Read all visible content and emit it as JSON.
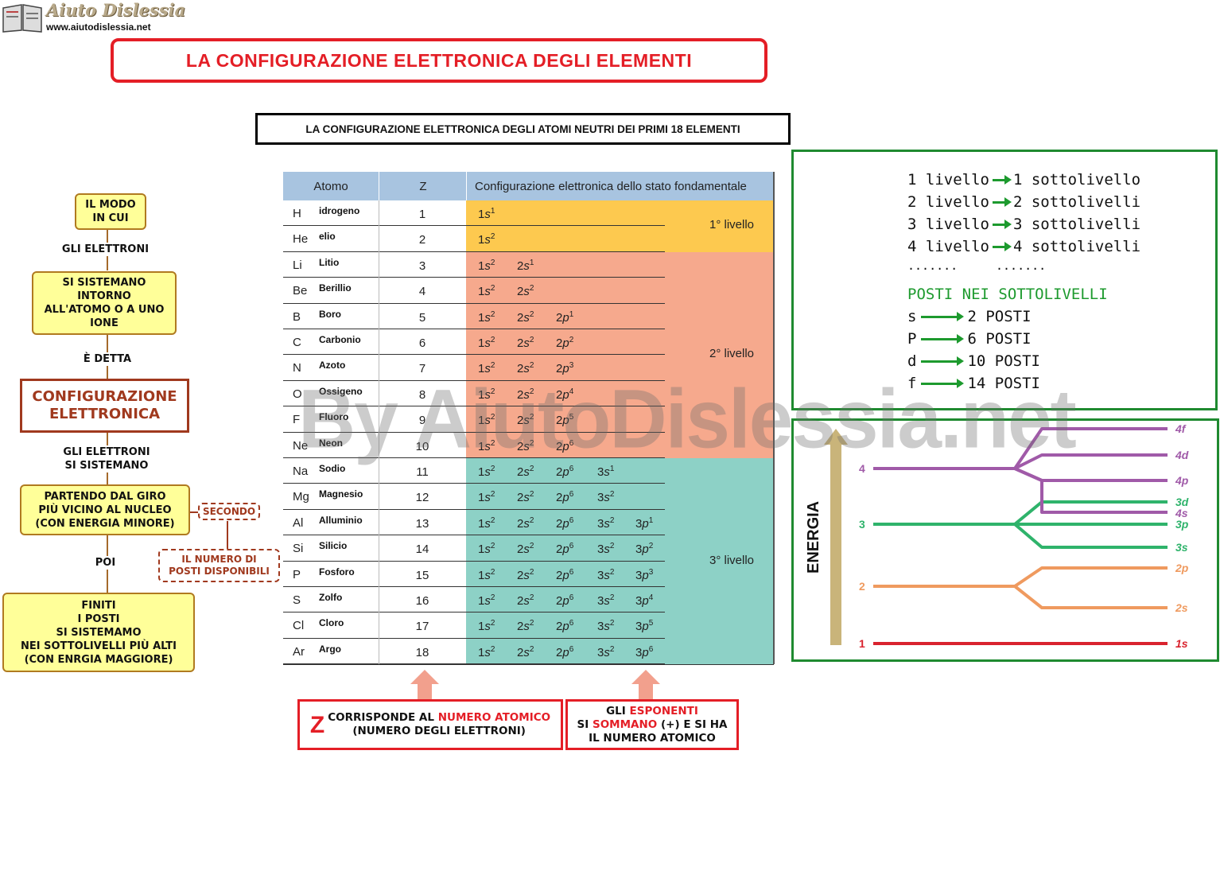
{
  "logo": {
    "name": "Aiuto Dislessia",
    "url": "www.aiutodislessia.net"
  },
  "title": "LA CONFIGURAZIONE ELETTRONICA DEGLI ELEMENTI",
  "subtitle": "LA CONFIGURAZIONE ELETTRONICA DEGLI ATOMI NEUTRI DEI PRIMI 18 ELEMENTI",
  "concept_map": {
    "box1": "IL MODO\nIN CUI",
    "label1": "GLI ELETTRONI",
    "box2": "SI SISTEMANO\nINTORNO\nALL'ATOMO O A UNO\nIONE",
    "label2": "È DETTA",
    "main": "CONFIGURAZIONE\nELETTRONICA",
    "label3": "GLI ELETTRONI\nSI SISTEMANO",
    "box3": "PARTENDO DAL GIRO\nPIÙ VICINO AL NUCLEO\n(CON ENERGIA MINORE)",
    "side1": "SECONDO",
    "side2": "IL NUMERO DI\nPOSTI DISPONIBILI",
    "label4": "POI",
    "box4": "FINITI\nI POSTI\nSI SISTEMAMO\nNEI SOTTOLIVELLI PIÙ ALTI\n(CON ENRGIA MAGGIORE)"
  },
  "table": {
    "headers": [
      "Atomo",
      "Z",
      "Configurazione elettronica dello stato fondamentale"
    ],
    "rows": [
      {
        "sym": "H",
        "name": "idrogeno",
        "z": "1",
        "orb": [
          [
            "1s",
            "1"
          ]
        ]
      },
      {
        "sym": "He",
        "name": "elio",
        "z": "2",
        "orb": [
          [
            "1s",
            "2"
          ]
        ]
      },
      {
        "sym": "Li",
        "name": "Litio",
        "z": "3",
        "orb": [
          [
            "1s",
            "2"
          ],
          [
            "2s",
            "1"
          ]
        ]
      },
      {
        "sym": "Be",
        "name": "Berillio",
        "z": "4",
        "orb": [
          [
            "1s",
            "2"
          ],
          [
            "2s",
            "2"
          ]
        ]
      },
      {
        "sym": "B",
        "name": "Boro",
        "z": "5",
        "orb": [
          [
            "1s",
            "2"
          ],
          [
            "2s",
            "2"
          ],
          [
            "2p",
            "1"
          ]
        ]
      },
      {
        "sym": "C",
        "name": "Carbonio",
        "z": "6",
        "orb": [
          [
            "1s",
            "2"
          ],
          [
            "2s",
            "2"
          ],
          [
            "2p",
            "2"
          ]
        ]
      },
      {
        "sym": "N",
        "name": "Azoto",
        "z": "7",
        "orb": [
          [
            "1s",
            "2"
          ],
          [
            "2s",
            "2"
          ],
          [
            "2p",
            "3"
          ]
        ]
      },
      {
        "sym": "O",
        "name": "Ossigeno",
        "z": "8",
        "orb": [
          [
            "1s",
            "2"
          ],
          [
            "2s",
            "2"
          ],
          [
            "2p",
            "4"
          ]
        ]
      },
      {
        "sym": "F",
        "name": "Fluoro",
        "z": "9",
        "orb": [
          [
            "1s",
            "2"
          ],
          [
            "2s",
            "2"
          ],
          [
            "2p",
            "5"
          ]
        ]
      },
      {
        "sym": "Ne",
        "name": "Neon",
        "z": "10",
        "orb": [
          [
            "1s",
            "2"
          ],
          [
            "2s",
            "2"
          ],
          [
            "2p",
            "6"
          ]
        ]
      },
      {
        "sym": "Na",
        "name": "Sodio",
        "z": "11",
        "orb": [
          [
            "1s",
            "2"
          ],
          [
            "2s",
            "2"
          ],
          [
            "2p",
            "6"
          ],
          [
            "3s",
            "1"
          ]
        ]
      },
      {
        "sym": "Mg",
        "name": "Magnesio",
        "z": "12",
        "orb": [
          [
            "1s",
            "2"
          ],
          [
            "2s",
            "2"
          ],
          [
            "2p",
            "6"
          ],
          [
            "3s",
            "2"
          ]
        ]
      },
      {
        "sym": "Al",
        "name": "Alluminio",
        "z": "13",
        "orb": [
          [
            "1s",
            "2"
          ],
          [
            "2s",
            "2"
          ],
          [
            "2p",
            "6"
          ],
          [
            "3s",
            "2"
          ],
          [
            "3p",
            "1"
          ]
        ]
      },
      {
        "sym": "Si",
        "name": "Silicio",
        "z": "14",
        "orb": [
          [
            "1s",
            "2"
          ],
          [
            "2s",
            "2"
          ],
          [
            "2p",
            "6"
          ],
          [
            "3s",
            "2"
          ],
          [
            "3p",
            "2"
          ]
        ]
      },
      {
        "sym": "P",
        "name": "Fosforo",
        "z": "15",
        "orb": [
          [
            "1s",
            "2"
          ],
          [
            "2s",
            "2"
          ],
          [
            "2p",
            "6"
          ],
          [
            "3s",
            "2"
          ],
          [
            "3p",
            "3"
          ]
        ]
      },
      {
        "sym": "S",
        "name": "Zolfo",
        "z": "16",
        "orb": [
          [
            "1s",
            "2"
          ],
          [
            "2s",
            "2"
          ],
          [
            "2p",
            "6"
          ],
          [
            "3s",
            "2"
          ],
          [
            "3p",
            "4"
          ]
        ]
      },
      {
        "sym": "Cl",
        "name": "Cloro",
        "z": "17",
        "orb": [
          [
            "1s",
            "2"
          ],
          [
            "2s",
            "2"
          ],
          [
            "2p",
            "6"
          ],
          [
            "3s",
            "2"
          ],
          [
            "3p",
            "5"
          ]
        ]
      },
      {
        "sym": "Ar",
        "name": "Argo",
        "z": "18",
        "orb": [
          [
            "1s",
            "2"
          ],
          [
            "2s",
            "2"
          ],
          [
            "2p",
            "6"
          ],
          [
            "3s",
            "2"
          ],
          [
            "3p",
            "6"
          ]
        ]
      }
    ],
    "levels": [
      {
        "label": "1° livello",
        "from": 0,
        "to": 1,
        "color": "#fdc94f"
      },
      {
        "label": "2° livello",
        "from": 2,
        "to": 9,
        "color": "#f6a98d"
      },
      {
        "label": "3° livello",
        "from": 10,
        "to": 17,
        "color": "#8dd1c6"
      }
    ],
    "header_color": "#a8c4e0"
  },
  "notes": {
    "z_letter": "Z",
    "z_text_a": "CORRISPONDE AL ",
    "z_text_red": "NUMERO ATOMICO",
    "z_text_b": "(NUMERO DEGLI ELETTRONI)",
    "exp_a": "GLI ",
    "exp_red1": "ESPONENTI",
    "exp_b": "SI ",
    "exp_red2": "SOMMANO",
    "exp_c": " (+) E SI HA",
    "exp_d": "IL NUMERO ATOMICO"
  },
  "rules": {
    "levels": [
      {
        "left": "1 livello",
        "right": "1 sottolivello"
      },
      {
        "left": "2 livello",
        "right": "2 sottolivelli"
      },
      {
        "left": "3 livello",
        "right": "3 sottolivelli"
      },
      {
        "left": "4 livello",
        "right": "4 sottolivelli"
      }
    ],
    "dots_left": ".......",
    "dots_right": ".......",
    "posti_title": "POSTI NEI SOTTOLIVELLI",
    "posti": [
      {
        "sub": "s",
        "val": "2 POSTI"
      },
      {
        "sub": "P",
        "val": "6 POSTI"
      },
      {
        "sub": "d",
        "val": "10 POSTI"
      },
      {
        "sub": "f",
        "val": "14 POSTI"
      }
    ]
  },
  "energy_diagram": {
    "axis_label": "ENERGIA",
    "levels": [
      {
        "n": "1",
        "color": "#d9232e",
        "subs": [
          "1s"
        ]
      },
      {
        "n": "2",
        "color": "#ef9a5f",
        "subs": [
          "2s",
          "2p"
        ]
      },
      {
        "n": "3",
        "color": "#2fb36b",
        "subs": [
          "3s",
          "3p",
          "4s",
          "3d"
        ]
      },
      {
        "n": "4",
        "color": "#a05aa8",
        "subs": [
          "4p",
          "4d",
          "4f"
        ]
      }
    ]
  },
  "watermark": "By AiutoDislessia.net"
}
